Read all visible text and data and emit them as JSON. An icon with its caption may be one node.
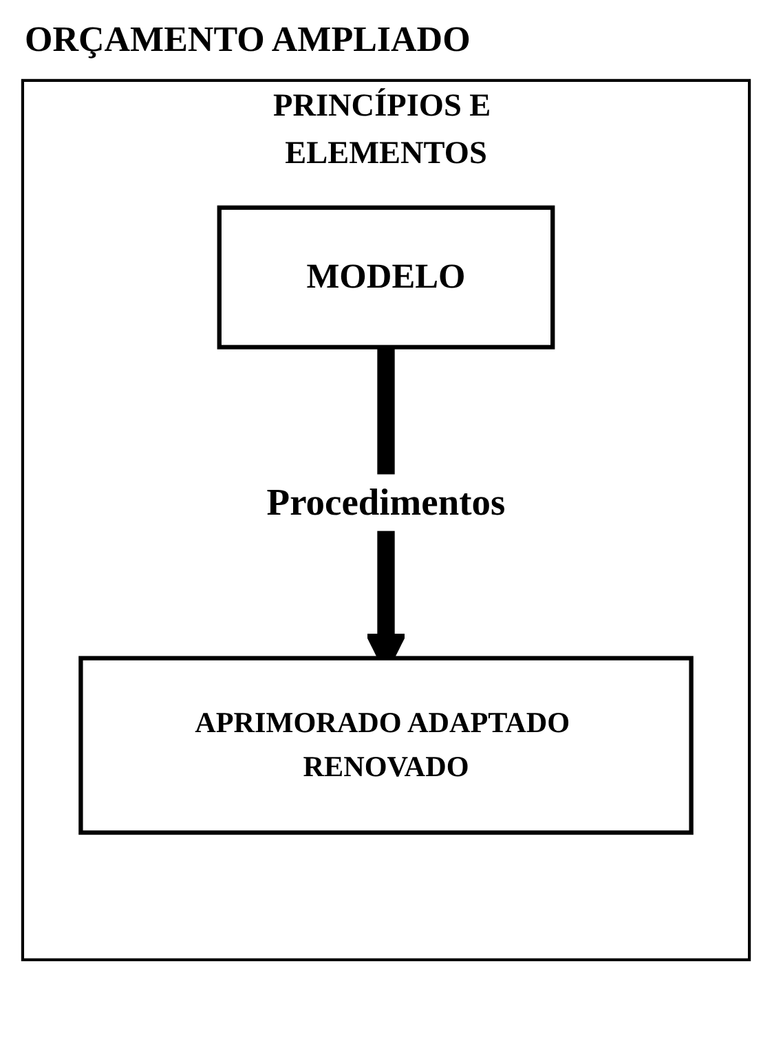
{
  "diagram": {
    "title": "ORÇAMENTO AMPLIADO",
    "nodes": [
      {
        "text": [
          "PRINCÍPIOS E ELEMENTOS"
        ]
      },
      {
        "text": [
          "MODELO"
        ],
        "in": 0
      },
      {
        "text": [
          "APRIMORADO ADAPTADO RENOVADO"
        ],
        "in": 0
      }
    ],
    "edges": [
      {
        "from": 1,
        "to": 2,
        "arrow": "to",
        "label": "Procedimentos"
      }
    ]
  }
}
